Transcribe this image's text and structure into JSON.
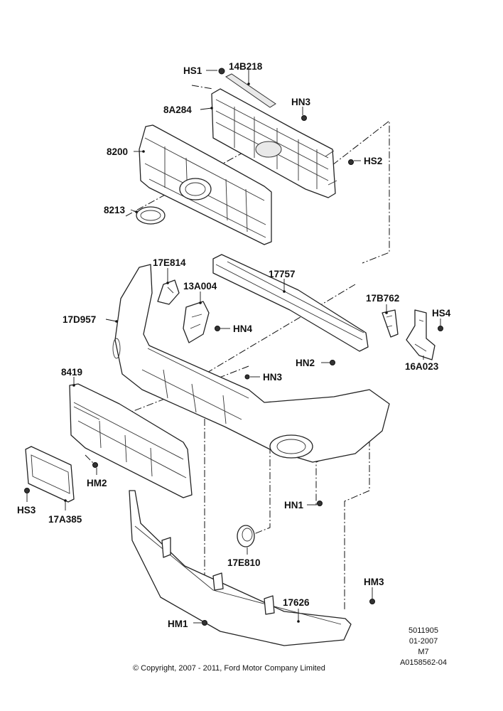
{
  "labels": {
    "hs1": "HS1",
    "p14b218": "14B218",
    "hn3_top": "HN3",
    "p8a284": "8A284",
    "hs2": "HS2",
    "p8200": "8200",
    "p8213": "8213",
    "p17e814": "17E814",
    "p17757": "17757",
    "p13a004": "13A004",
    "p17b762": "17B762",
    "hs4": "HS4",
    "p17d957": "17D957",
    "hn4": "HN4",
    "hn2": "HN2",
    "p16a023": "16A023",
    "p8419": "8419",
    "hn3_mid": "HN3",
    "hm2": "HM2",
    "hs3": "HS3",
    "p17a385": "17A385",
    "hn1": "HN1",
    "p17e810": "17E810",
    "hm3": "HM3",
    "p17626": "17626",
    "hm1": "HM1"
  },
  "footer": {
    "copyright": "© Copyright, 2007 - 2011, Ford Motor Company Limited",
    "doc_number": "5011905",
    "date": "01-2007",
    "model": "M7",
    "illustration_id": "A0158562-04"
  }
}
